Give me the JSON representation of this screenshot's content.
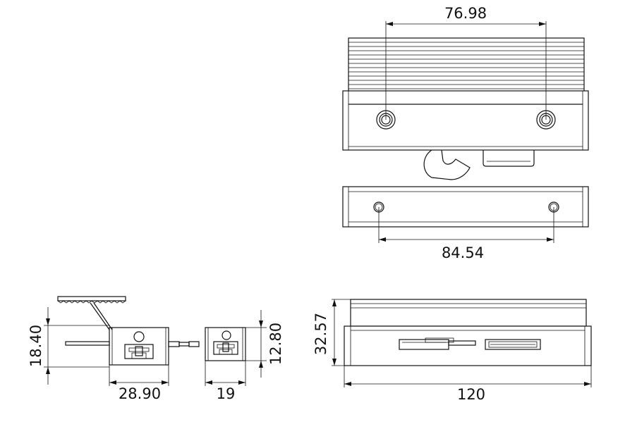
{
  "dimensions": {
    "heatsink_hole_spacing": "76.98",
    "bottom_plate_hole_spacing": "84.54",
    "side_view_height": "18.40",
    "side_view_width": "28.90",
    "end_view_width": "19",
    "end_view_height": "12.80",
    "front_view_height": "32.57",
    "front_view_width": "120"
  }
}
